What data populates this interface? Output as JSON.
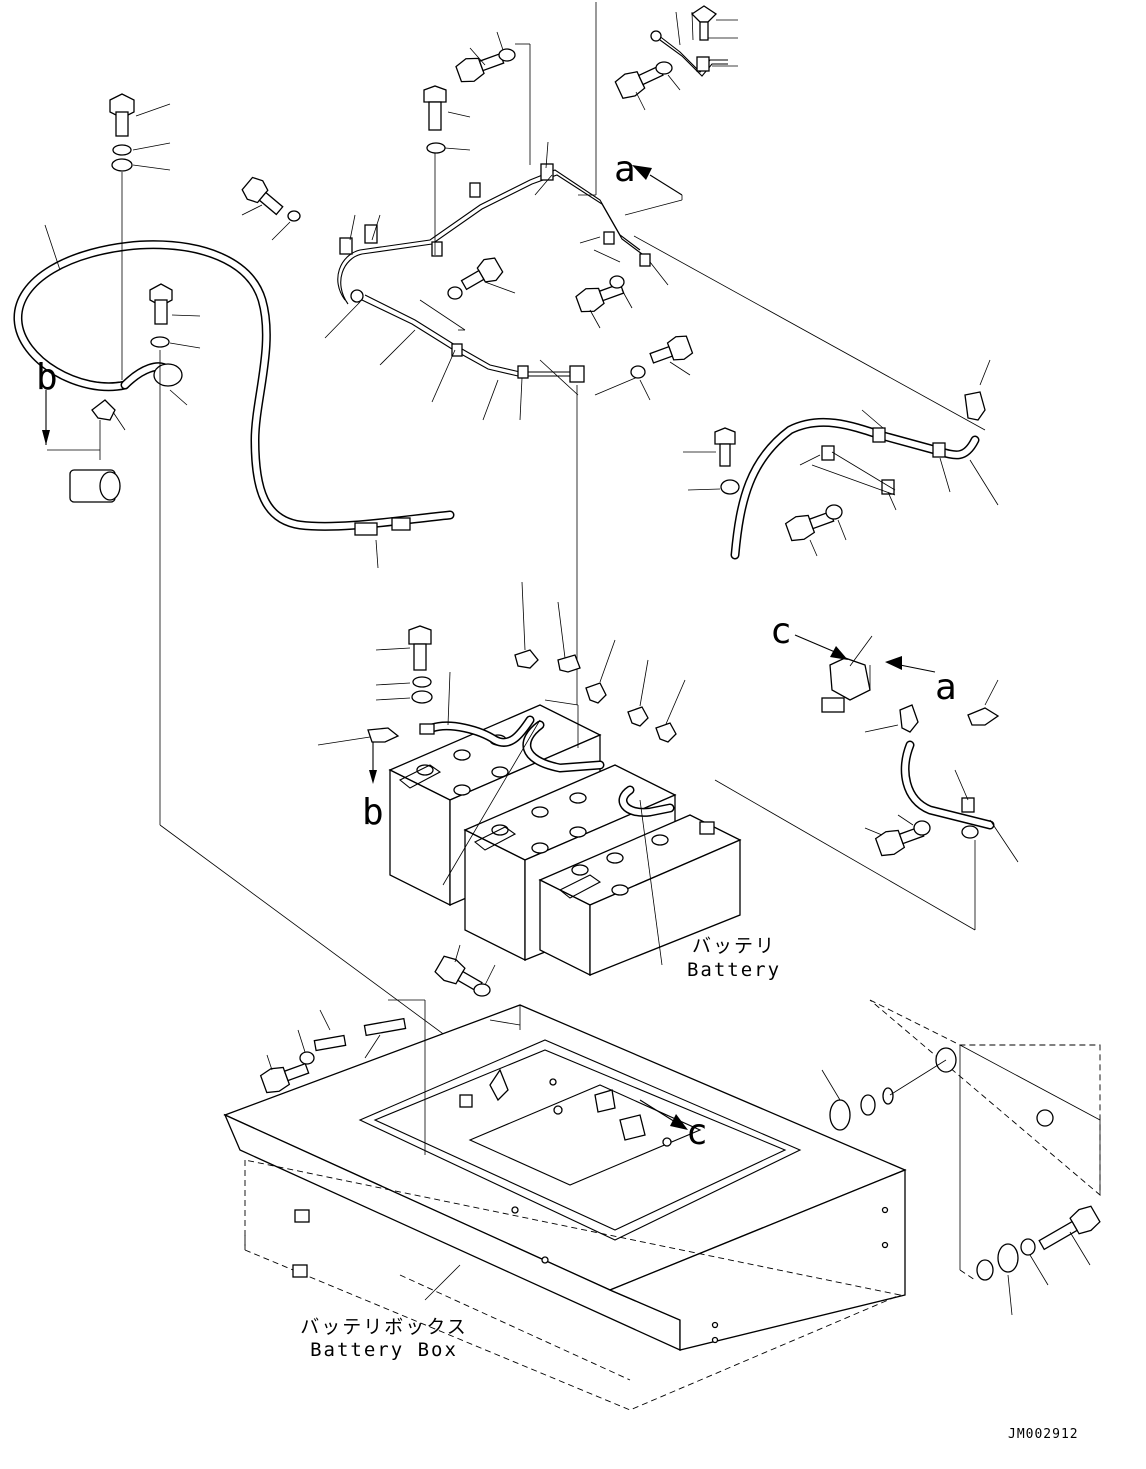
{
  "callouts": {
    "a_top": "a",
    "a_right": "a",
    "b_left": "b",
    "b_mid": "b",
    "c_box": "c",
    "c_right": "c"
  },
  "captions": {
    "battery_jp": "バッテリ",
    "battery_en": "Battery",
    "battery_box_jp": "バッテリボックス",
    "battery_box_en": "Battery Box"
  },
  "drawing_code": "JM002912"
}
